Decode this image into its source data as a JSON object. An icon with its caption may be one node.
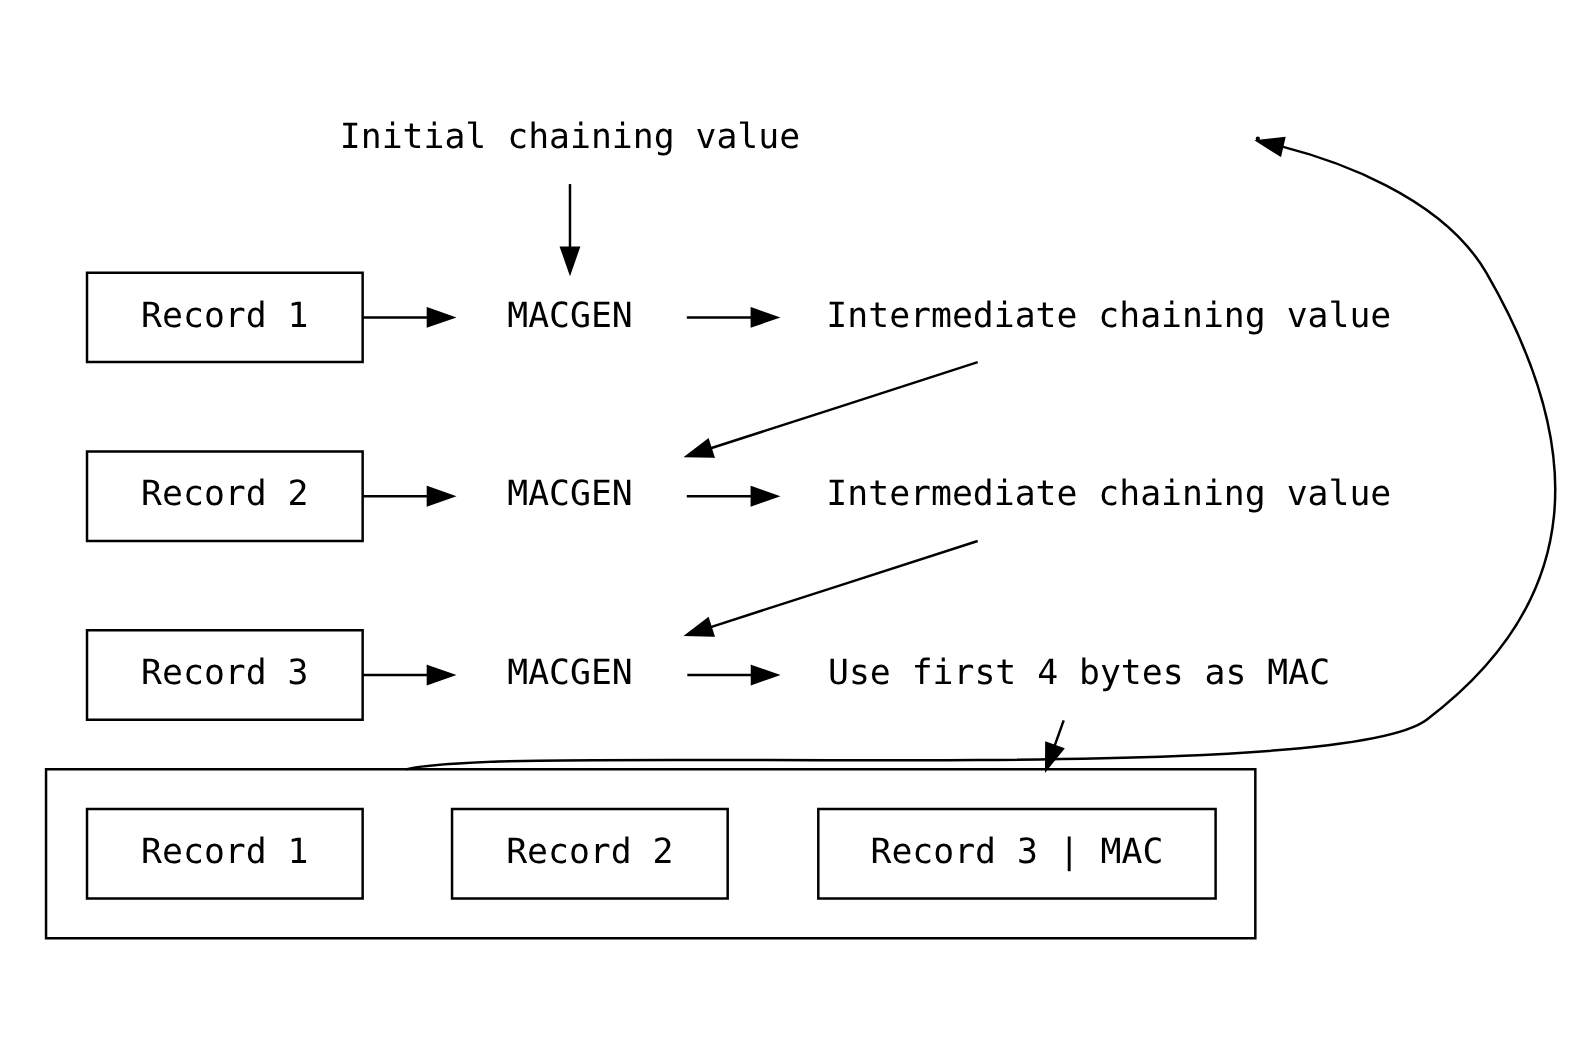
{
  "diagram": {
    "nodes": [
      {
        "text": [
          "Initial chaining value"
        ]
      },
      {
        "text": [
          "Record 1"
        ]
      },
      {
        "text": [
          "MACGEN"
        ]
      },
      {
        "text": [
          "Intermediate chaining value"
        ]
      },
      {
        "text": [
          "Record 2"
        ]
      },
      {
        "text": [
          "MACGEN"
        ]
      },
      {
        "text": [
          "Intermediate chaining value"
        ]
      },
      {
        "text": [
          "Record 3"
        ]
      },
      {
        "text": [
          "MACGEN"
        ]
      },
      {
        "text": [
          "Use first 4 bytes as MAC"
        ]
      },
      {
        "text": [],
        "shape": "box"
      },
      {
        "text": [
          "Record 1"
        ],
        "in": 10
      },
      {
        "text": [
          "Record 2"
        ],
        "in": 10
      },
      {
        "text": [
          "Record 3 | MAC"
        ],
        "in": 10
      }
    ],
    "edges": [
      {
        "from": 0,
        "to": 2,
        "arrow": "to"
      },
      {
        "from": 1,
        "to": 2,
        "arrow": "to"
      },
      {
        "from": 2,
        "to": 3,
        "arrow": "to"
      },
      {
        "from": 3,
        "to": 5,
        "arrow": "to"
      },
      {
        "from": 4,
        "to": 5,
        "arrow": "to"
      },
      {
        "from": 5,
        "to": 6,
        "arrow": "to"
      },
      {
        "from": 6,
        "to": 8,
        "arrow": "to"
      },
      {
        "from": 7,
        "to": 8,
        "arrow": "to"
      },
      {
        "from": 8,
        "to": 9,
        "arrow": "to"
      },
      {
        "from": 9,
        "to": 10,
        "arrow": "to"
      },
      {
        "from": 10,
        "to": null,
        "arrow": "to"
      }
    ]
  }
}
